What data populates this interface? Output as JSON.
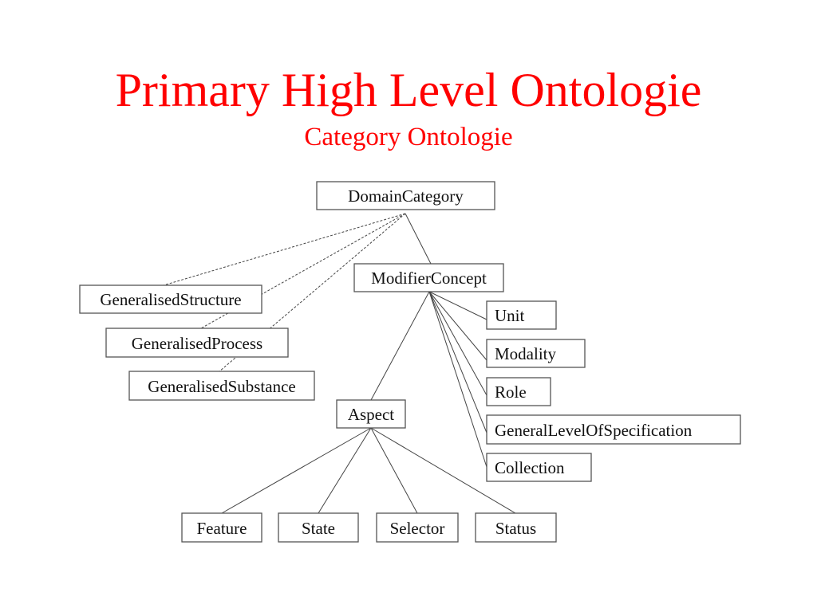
{
  "slide": {
    "title": "Primary High Level Ontologie",
    "subtitle": "Category Ontologie",
    "title_color": "#ff0000"
  },
  "nodes": {
    "domain_category": "DomainCategory",
    "modifier_concept": "ModifierConcept",
    "generalised_structure": "GeneralisedStructure",
    "generalised_process": "GeneralisedProcess",
    "generalised_substance": "GeneralisedSubstance",
    "unit": "Unit",
    "modality": "Modality",
    "role": "Role",
    "general_level_of_specification": "GeneralLevelOfSpecification",
    "collection": "Collection",
    "aspect": "Aspect",
    "feature": "Feature",
    "state": "State",
    "selector": "Selector",
    "status": "Status"
  },
  "edges": [
    {
      "from": "domain_category",
      "to": "modifier_concept",
      "style": "solid"
    },
    {
      "from": "domain_category",
      "to": "generalised_structure",
      "style": "dashed"
    },
    {
      "from": "domain_category",
      "to": "generalised_process",
      "style": "dashed"
    },
    {
      "from": "domain_category",
      "to": "generalised_substance",
      "style": "dashed"
    },
    {
      "from": "modifier_concept",
      "to": "unit",
      "style": "solid"
    },
    {
      "from": "modifier_concept",
      "to": "modality",
      "style": "solid"
    },
    {
      "from": "modifier_concept",
      "to": "role",
      "style": "solid"
    },
    {
      "from": "modifier_concept",
      "to": "general_level_of_specification",
      "style": "solid"
    },
    {
      "from": "modifier_concept",
      "to": "collection",
      "style": "solid"
    },
    {
      "from": "modifier_concept",
      "to": "aspect",
      "style": "solid"
    },
    {
      "from": "aspect",
      "to": "feature",
      "style": "solid"
    },
    {
      "from": "aspect",
      "to": "state",
      "style": "solid"
    },
    {
      "from": "aspect",
      "to": "selector",
      "style": "solid"
    },
    {
      "from": "aspect",
      "to": "status",
      "style": "solid"
    }
  ]
}
